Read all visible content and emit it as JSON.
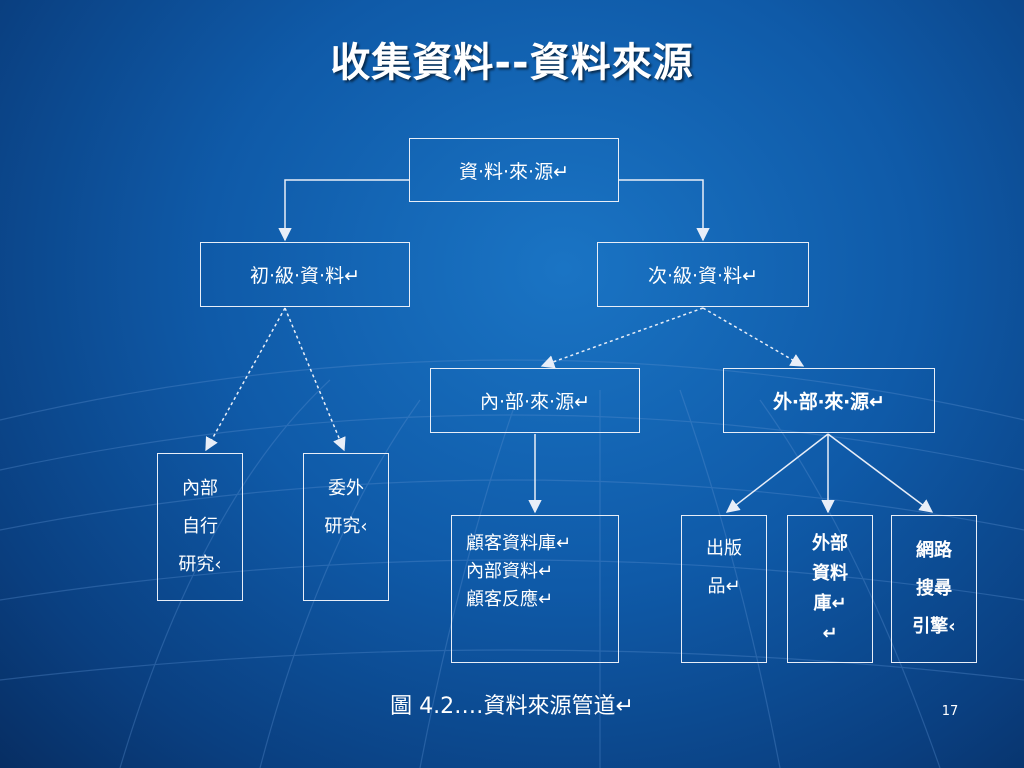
{
  "slide": {
    "title": "收集資料--資料來源",
    "caption": "圖 4.2‥‥資料來源管道↵",
    "page_number": "17"
  },
  "diagram": {
    "root": "資‧料‧來‧源↵",
    "primary": "初‧級‧資‧料↵",
    "secondary": "次‧級‧資‧料↵",
    "internal_source": "內‧部‧來‧源↵",
    "external_source": "外‧部‧來‧源↵",
    "primary_children": [
      {
        "lines": [
          "內部",
          "自行",
          "研究‹"
        ]
      },
      {
        "lines": [
          "委外",
          "研究‹"
        ]
      }
    ],
    "internal_children": [
      {
        "lines": [
          "顧客資料庫↵",
          "內部資料↵",
          "顧客反應↵"
        ]
      }
    ],
    "external_children": [
      {
        "lines": [
          "出版",
          "品↵"
        ]
      },
      {
        "lines": [
          "外部",
          "資料",
          "庫↵",
          "↵"
        ]
      },
      {
        "lines": [
          "網路",
          "搜尋",
          "引擎‹"
        ]
      }
    ]
  },
  "colors": {
    "background": "#0f5aa8",
    "line": "#e8eef8",
    "text": "#ffffff"
  }
}
